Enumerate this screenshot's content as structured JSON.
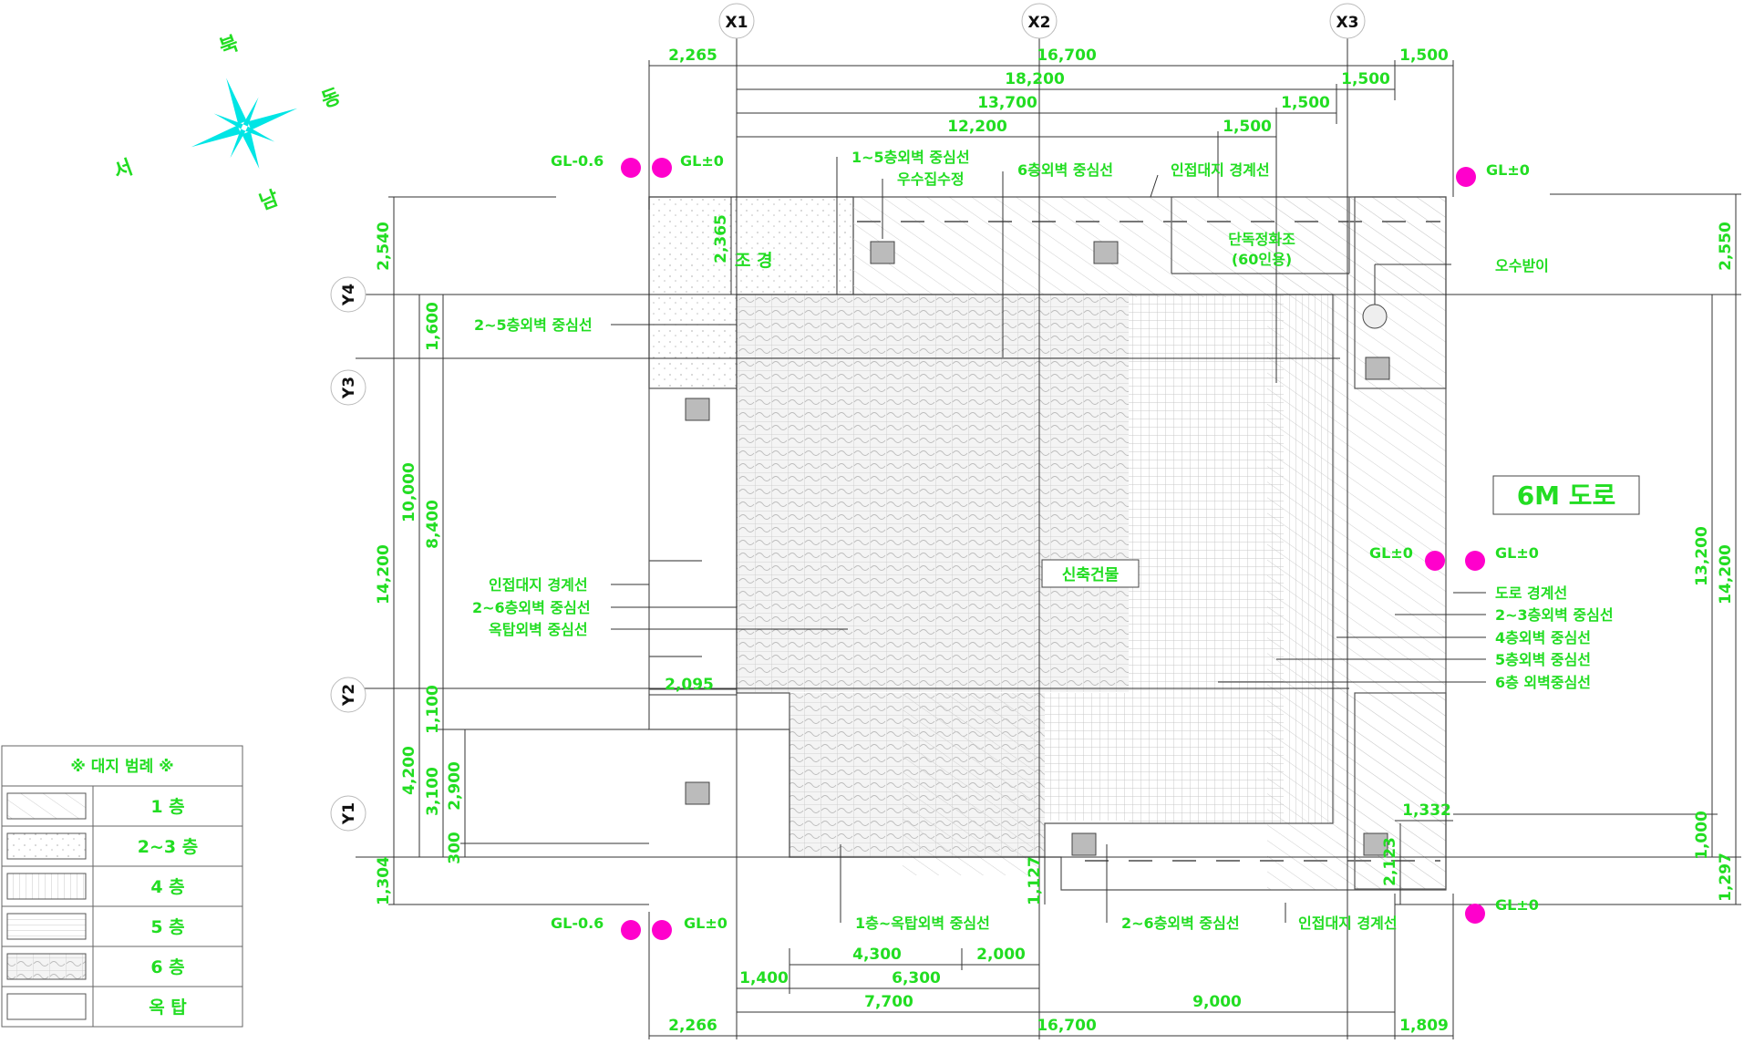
{
  "colors": {
    "dimension": "#22dd22",
    "line": "#222222",
    "hatch": "#bdbdbd",
    "level_mark": "#ff00cc",
    "compass": "#00e5e5",
    "annotation": "#00cc00"
  },
  "compass": {
    "north": "북",
    "east": "동",
    "west": "서",
    "south": "남",
    "icon": "compass-rose-icon"
  },
  "grid_axes": {
    "x": [
      "X1",
      "X2",
      "X3"
    ],
    "y": [
      "Y4",
      "Y3",
      "Y2",
      "Y1"
    ]
  },
  "dims_top": [
    "2,265",
    "16,700",
    "1,500",
    "18,200",
    "1,500",
    "13,700",
    "1,500",
    "12,200",
    "1,500"
  ],
  "dims_bottom": [
    "4,300",
    "2,000",
    "1,400",
    "6,300",
    "7,700",
    "9,000",
    "2,266",
    "16,700",
    "1,809"
  ],
  "dims_left": [
    "2,540",
    "1,600",
    "10,000",
    "8,400",
    "14,200",
    "1,100",
    "4,200",
    "3,100",
    "2,900",
    "300",
    "1,304"
  ],
  "dims_right": [
    "2,550",
    "13,200",
    "14,200",
    "1,000",
    "1,297"
  ],
  "dims_inner": [
    "2,365",
    "2,095",
    "1,127",
    "2,123",
    "1,332"
  ],
  "levels": {
    "top_left_a": "GL-0.6",
    "top_left_b": "GL±0",
    "top_right": "GL±0",
    "mid_right_a": "GL±0",
    "mid_right_b": "GL±0",
    "bottom_left_a": "GL-0.6",
    "bottom_left_b": "GL±0",
    "bottom_right": "GL±0"
  },
  "annotations": {
    "wall_1_5": "1~5층외벽 중심선",
    "rainwater_pit": "우수집수정",
    "wall_6_top": "6층외벽 중심선",
    "boundary_top": "인접대지 경계선",
    "septic": "단독정화조",
    "septic_capacity": "(60인용)",
    "downspout": "오수받이",
    "landscape": "조 경",
    "wall_2_5_left": "2~5층외벽 중심선",
    "boundary_left": "인접대지 경계선",
    "wall_2_6_left": "2~6층외벽 중심선",
    "roof_wall_left": "옥탑외벽 중심선",
    "new_building": "신축건물",
    "road": "6M 도로",
    "road_boundary": "도로 경계선",
    "wall_2_3_right": "2~3층외벽 중심선",
    "wall_4_right": "4층외벽 중심선",
    "wall_5_right": "5층외벽 중심선",
    "wall_6_right": "6층 외벽중심선",
    "wall_1_roof_bottom": "1층~옥탑외벽 중심선",
    "wall_2_6_bottom": "2~6층외벽 중심선",
    "boundary_bottom": "인접대지 경계선"
  },
  "legend": {
    "title": "※ 대지 범례 ※",
    "rows": [
      {
        "label": "1 층"
      },
      {
        "label": "2~3 층"
      },
      {
        "label": "4 층"
      },
      {
        "label": "5 층"
      },
      {
        "label": "6 층"
      },
      {
        "label": "옥 탑"
      }
    ]
  }
}
